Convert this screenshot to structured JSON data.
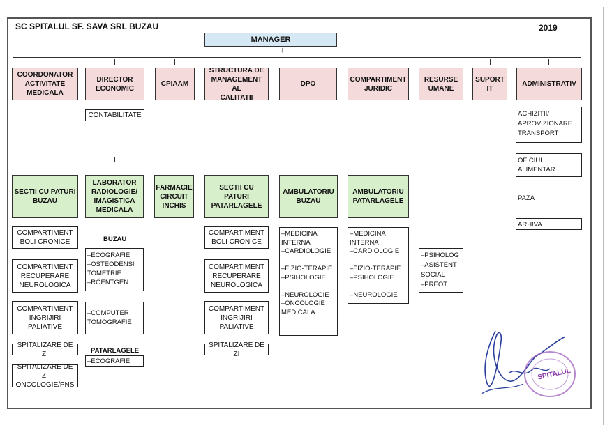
{
  "header": {
    "organization": "SC SPITALUL SF. SAVA SRL BUZAU",
    "year": "2019"
  },
  "manager": "MANAGER",
  "arrow": "↓",
  "top_row": [
    "COORDONATOR\nACTIVITATE\nMEDICALA",
    "DIRECTOR\nECONOMIC",
    "CPIAAM",
    "STRUCTURA DE\nMANAGEMENT AL\nCALITATII",
    "DPO",
    "COMPARTIMENT\nJURIDIC",
    "RESURSE\nUMANE",
    "SUPORT\nIT",
    "ADMINISTRATIV"
  ],
  "economic_sub": "CONTABILITATE",
  "admin_sub": [
    "ACHIZITII/\nAPROVIZIONARE\nTRANSPORT",
    "OFICIUL\nALIMENTAR",
    "PAZA",
    "ARHIVA"
  ],
  "medical_row": [
    "SECTII CU PATURI\nBUZAU",
    "LABORATOR\nRADIOLOGIE/\nIMAGISTICA\nMEDICALA",
    "FARMACIE\nCIRCUIT\nINCHIS",
    "SECTII CU PATURI\nPATARLAGELE",
    "AMBULATORIU\nBUZAU",
    "AMBULATORIU\nPATARLAGELE"
  ],
  "buzau_sections": [
    "COMPARTIMENT\nBOLI CRONICE",
    "COMPARTIMENT\nRECUPERARE\nNEUROLOGICA",
    "COMPARTIMENT\nINGRIJIRI\nPALIATIVE",
    "SPITALIZARE DE ZI",
    "SPITALIZARE DE ZI\nONCOLOGIE/PNS"
  ],
  "patarlagele_sections": [
    "COMPARTIMENT\nBOLI CRONICE",
    "COMPARTIMENT\nRECUPERARE\nNEUROLOGICA",
    "COMPARTIMENT\nINGRIJIRI\nPALIATIVE",
    "SPITALIZARE DE ZI"
  ],
  "radiology": {
    "buzau_label": "BUZAU",
    "buzau_list1": "–ECOGRAFIE\n–OSTEODENSI\nTOMETRIE\n–RŐENTGEN",
    "buzau_list2": "–COMPUTER\nTOMOGRAFIE",
    "patarlagele_label": "PATARLAGELE",
    "patarlagele_list": "–ECOGRAFIE"
  },
  "ambulatoriu_buzau": "–MEDICINA\nINTERNA\n–CARDIOLOGIE\n\n–FIZIO-TERAPIE\n–PSIHOLOGIE\n\n–NEUROLOGIE\n–ONCOLOGIE\nMEDICALA",
  "ambulatoriu_patarlagele": "–MEDICINA\nINTERNA\n–CARDIOLOGIE\n\n–FIZIO-TERAPIE\n–PSIHOLOGIE\n\n–NEUROLOGIE",
  "psiholog_box": "–PSIHOLOG\n–ASISTENT\nSOCIAL\n–PREOT",
  "stamp": {
    "text": "SPITALUL",
    "color": "#8a3aa8"
  },
  "colors": {
    "pink": "#f4dada",
    "green": "#d8efcc",
    "blue": "#d6e8f4"
  }
}
